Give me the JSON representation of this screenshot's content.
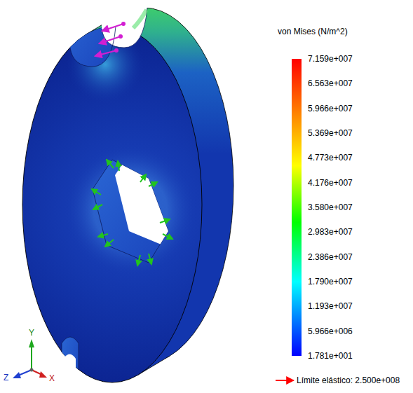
{
  "diagram": {
    "labels": [
      "von Mises (N/m^2)",
      "7.159e+007",
      "6.563e+007",
      "5.966e+007",
      "5.369e+007",
      "4.773e+007",
      "4.176e+007",
      "3.580e+007",
      "2.983e+007",
      "2.386e+007",
      "1.790e+007",
      "1.193e+007",
      "5.966e+006",
      "1.781e+001",
      "Límite elástico: 2.500e+008",
      "Y",
      "Z",
      "X"
    ]
  }
}
